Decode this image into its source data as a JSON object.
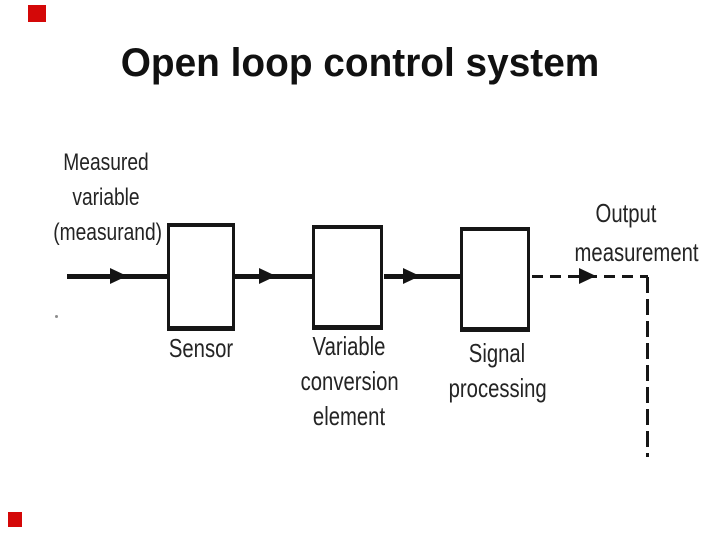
{
  "title": "Open loop control system",
  "diagram": {
    "input_label": {
      "lines": [
        "Measured",
        "variable",
        "(measurand)"
      ]
    },
    "blocks": [
      {
        "id": "sensor",
        "label_lines": [
          "Sensor"
        ]
      },
      {
        "id": "variable-conversion-element",
        "label_lines": [
          "Variable",
          "conversion",
          "element"
        ]
      },
      {
        "id": "signal-processing",
        "label_lines": [
          "Signal",
          "processing"
        ]
      }
    ],
    "output_label": {
      "lines": [
        "Output",
        "measurement"
      ]
    },
    "flow": [
      "input",
      "sensor",
      "variable-conversion-element",
      "signal-processing",
      "output"
    ]
  },
  "colors": {
    "background": "#ffffff",
    "ink": "#161616",
    "label_text": "#242424",
    "accent_red": "#d40808"
  }
}
